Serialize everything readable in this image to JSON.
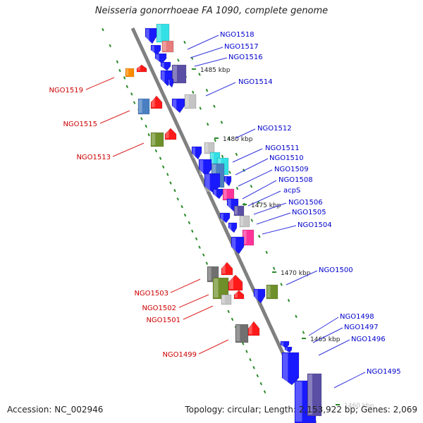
{
  "title": "Neisseria gonorrhoeae FA 1090, complete genome",
  "footer": {
    "accession": "Accession: NC_002946",
    "topology": "Topology: circular; Length: 2,153,922 bp; Genes: 2,069"
  },
  "colors": {
    "backbone": "#808080",
    "dots": "#2a8a2a",
    "label_forward": "#0000cc",
    "label_reverse": "#cc0000",
    "leader_forward": "#3333dd",
    "leader_reverse": "#dd2222",
    "ruler_text": "#222222"
  },
  "ruler": [
    {
      "label": "1485 kbp"
    },
    {
      "label": "1480 kbp"
    },
    {
      "label": "1475 kbp"
    },
    {
      "label": "1470 kbp"
    },
    {
      "label": "1465 kbp"
    },
    {
      "label": "1460 kbp"
    }
  ],
  "forward_labels": [
    "NGO1518",
    "NGO1517",
    "NGO1516",
    "NGO1514",
    "NGO1512",
    "NGO1511",
    "NGO1510",
    "NGO1509",
    "NGO1508",
    "acpS",
    "NGO1506",
    "NGO1505",
    "NGO1504",
    "NGO1500",
    "NGO1498",
    "NGO1497",
    "NGO1496",
    "NGO1495"
  ],
  "reverse_labels": [
    "NGO1519",
    "NGO1515",
    "NGO1513",
    "NGO1503",
    "NGO1502",
    "NGO1501",
    "NGO1499"
  ]
}
